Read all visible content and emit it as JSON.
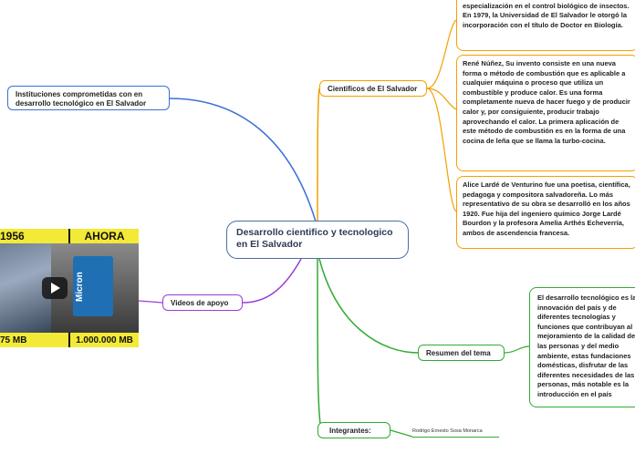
{
  "central": {
    "title": "Desarrollo cientifico y tecnologico en El Salvador"
  },
  "topics": {
    "instituciones": "Instituciones comprometidas con en desarrollo tecnológico en El Salvador",
    "cientificos": "Cientificos de El Salvador",
    "videos": "Videos de apoyo",
    "resumen": "Resumen del tema",
    "integrantes": "Integrantes:"
  },
  "cientificos_notes": [
    "doctorado en Ciencias y Filosofía con especialización en el control biológico de insectos.  En 1979, la Universidad de El Salvador le otorgó la incorporación con el título de Doctor en Biología.",
    "René Núñez, Su invento consiste en una nueva forma o método de combustión que es aplicable a cualquier máquina o proceso que utiliza un combustible y produce calor. Es una forma completamente nueva de hacer fuego y de producir calor  y, por consiguiente, producir trabajo aprovechando el calor. La primera aplicación de este método de combustión es en la forma de una cocina de leña que se llama la turbo-cocina.",
    "Alice Lardé de Venturino fue una poetisa, científica, pedagoga y compositora salvadoreña. Lo más representativo de su obra se desarrolló en los años 1920. Fue hija del ingeniero químico Jorge Lardé Bourdon y la profesora Amelia Arthés Echeverría, ambos de ascendencia francesa."
  ],
  "resumen_note": "El desarrollo tecnológico es la innovación del país y de diferentes tecnologías y funciones que contribuyan al mejoramiento de la calidad de las personas y del medio ambiente, estas fundaciones domésticas, disfrutar de las diferentes necesidades de las personas, más notable es la introducción en el país",
  "integrante_1": "Rodrigo Ernesto Sosa Monarca",
  "video": {
    "top_left": "1956",
    "top_right": "AHORA",
    "bottom_left": "75 MB",
    "bottom_right": "1.000.000 MB",
    "card_text": "Micron"
  },
  "colors": {
    "instituciones": "#3b6fd8",
    "cientificos": "#f2a000",
    "videos": "#9a3ed8",
    "resumen": "#33aa33",
    "integrantes": "#33aa33"
  }
}
